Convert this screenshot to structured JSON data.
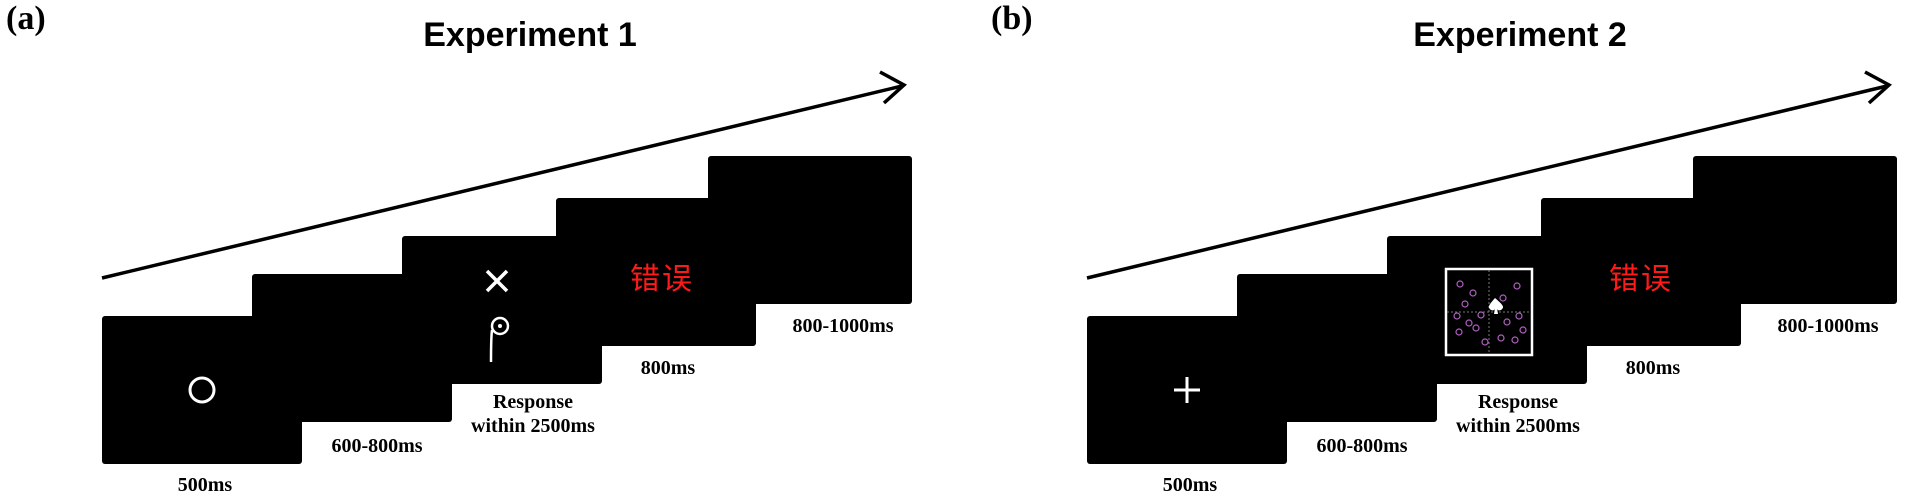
{
  "panel_a": {
    "label": "(a)",
    "title": "Experiment 1",
    "feedback_text": "错误",
    "stimulus_icons": [
      "circle-icon",
      "cross-x-icon",
      "target-response-icon"
    ],
    "steps": [
      {
        "caption": "500ms"
      },
      {
        "caption": "600-800ms"
      },
      {
        "caption_line1": "Response",
        "caption_line2": "within 2500ms"
      },
      {
        "caption": "800ms"
      },
      {
        "caption": "800-1000ms"
      }
    ]
  },
  "panel_b": {
    "label": "(b)",
    "title": "Experiment 2",
    "feedback_text": "错误",
    "stimulus_icons": [
      "fixation-cross-icon",
      "search-array-icon"
    ],
    "steps": [
      {
        "caption": "500ms"
      },
      {
        "caption": "600-800ms"
      },
      {
        "caption_line1": "Response",
        "caption_line2": "within 2500ms"
      },
      {
        "caption": "800ms"
      },
      {
        "caption": "800-1000ms"
      }
    ]
  },
  "colors": {
    "screen": "#000000",
    "feedback": "#ff1a1a",
    "stimulus": "#ffffff",
    "array_items": "#b060c0"
  }
}
